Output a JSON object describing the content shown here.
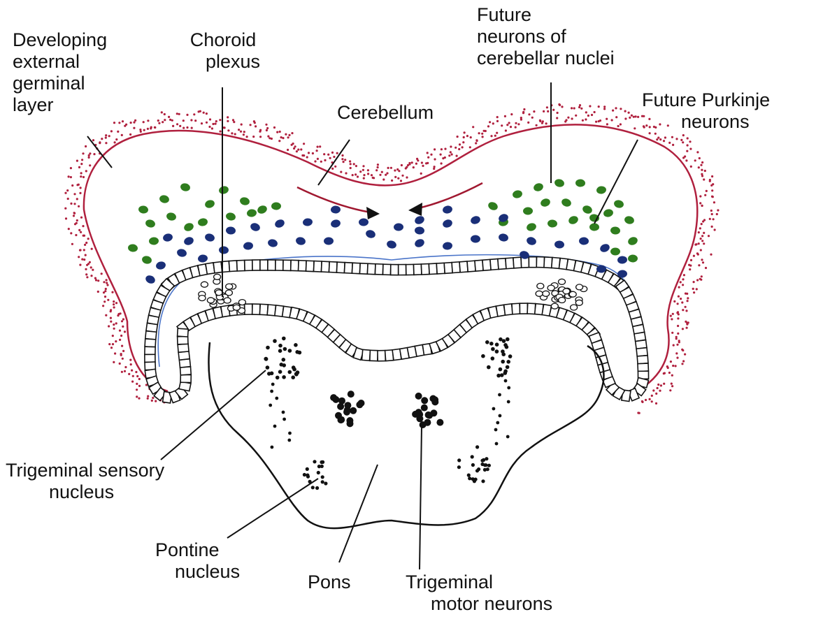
{
  "labels": {
    "developing_external_germinal_layer": [
      "Developing",
      "external",
      "germinal",
      "layer"
    ],
    "choroid_plexus": [
      "Choroid",
      "plexus"
    ],
    "future_neurons_cerebellar_nuclei": [
      "Future",
      "neurons of",
      "cerebellar nuclei"
    ],
    "future_purkinje_neurons": [
      "Future Purkinje",
      "neurons"
    ],
    "cerebellum": [
      "Cerebellum"
    ],
    "trigeminal_sensory_nucleus": [
      "Trigeminal sensory",
      "nucleus"
    ],
    "pontine_nucleus": [
      "Pontine",
      "nucleus"
    ],
    "pons": [
      "Pons"
    ],
    "trigeminal_motor_neurons": [
      "Trigeminal",
      "motor neurons"
    ]
  },
  "colors": {
    "external_germinal_layer": "#b0203e",
    "cerebellar_nuclei_cells": "#2f7d1e",
    "purkinje_cells": "#1a2f78",
    "ventricular_boundary": "#4a74c9",
    "outline": "#111111",
    "migration_arrow": "#a01830"
  }
}
